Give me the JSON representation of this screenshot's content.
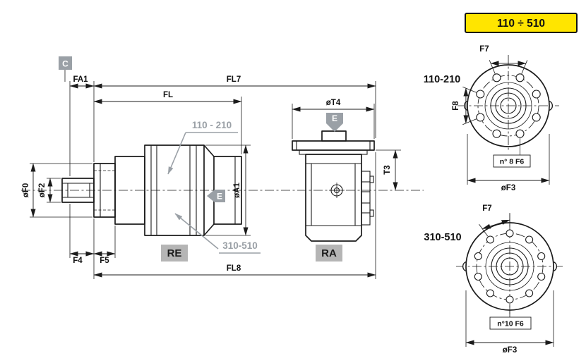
{
  "colors": {
    "badge_bg": "#FFE500",
    "line": "#1b1b1b",
    "gray_label": "#9aa0a6"
  },
  "badge": {
    "label": "110 ÷ 510"
  },
  "side_view": {
    "section_marker": "C",
    "detail_marker": "E",
    "type_label": "RE",
    "callout_upper": "110 - 210",
    "callout_lower": "310-510",
    "dims": {
      "fa1": "FA1",
      "fl7": "FL7",
      "fl": "FL",
      "f0": "øF0",
      "f2": "øF2",
      "a1": "øA1",
      "f4": "F4",
      "f5": "F5",
      "fl8": "FL8"
    }
  },
  "top_view": {
    "type_label": "RA",
    "detail_marker": "E",
    "dims": {
      "t4": "øT4",
      "t3": "T3"
    }
  },
  "flange_110_210": {
    "title": "110-210",
    "dims": {
      "f7": "F7",
      "f8": "F8",
      "holes": "n° 8 F6",
      "f3": "øF3"
    }
  },
  "flange_310_510": {
    "title": "310-510",
    "dims": {
      "f7": "F7",
      "holes": "n°10 F6",
      "f3": "øF3"
    }
  }
}
